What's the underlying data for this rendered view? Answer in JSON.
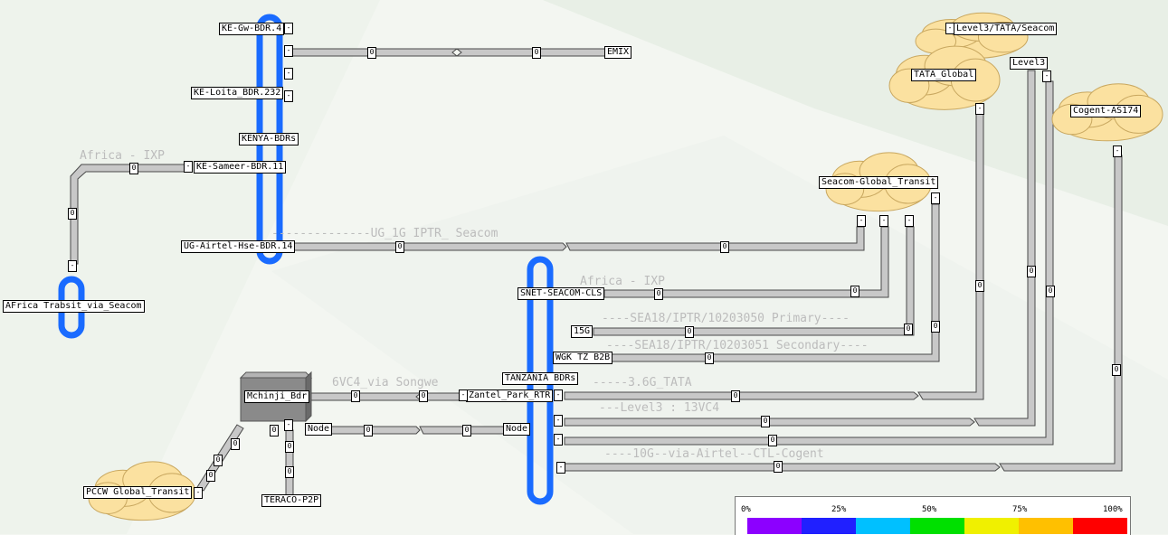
{
  "nodes": {
    "ke_gw": "KE-Gw-BDR.4",
    "ke_loita": "KE-Loita_BDR.232",
    "kenya_bdrs": "KENYA-BDRs",
    "ke_sameer": "KE-Sameer-BDR.11",
    "ug_airtel": "UG-Airtel-Hse-BDR.14",
    "emix": "EMIX",
    "africa_trabsit": "AFrica Trabsit_via_Seacom",
    "snet_seacom": "SNET-SEACOM-CLS",
    "n15g": "15G",
    "wgk": "WGK TZ B2B",
    "tanzania_bdrs": "TANZANIA BDRs",
    "zantel": "Zantel_Park_RTR",
    "mchinji": "Mchinji_Bdr",
    "node_left": "Node",
    "node_right": "Node",
    "teraco": "TERACO-P2P",
    "pccw": "PCCW Global_Transit",
    "seacom_global": "Seacom-Global_Transit",
    "tata_global": "TATA_Global",
    "level3_tata": "Level3/TATA/Seacom",
    "level3": "Level3",
    "cogent": "Cogent-AS174"
  },
  "notes": {
    "africa_ixp_1": "Africa - IXP",
    "ug_1g": "--------------UG_1G IPTR_ Seacom",
    "africa_ixp_2": "Africa - IXP",
    "sea18_primary": "----SEA18/IPTR/10203050 Primary----",
    "sea18_secondary": "----SEA18/IPTR/10203051 Secondary----",
    "tata_36g": "-----3.6G_TATA",
    "level3_13vc4": "---Level3 :  13VC4",
    "vc4_songwe": "6VC4_via Songwe",
    "cogent_10g": "----10G--via-Airtel--CTL-Cogent"
  },
  "port_value": "0",
  "port_dash": "-",
  "legend": {
    "ticks": [
      "0%",
      "25%",
      "50%",
      "75%",
      "100%"
    ],
    "colors": [
      "#8c00ff",
      "#2020ff",
      "#00c0ff",
      "#00e000",
      "#f0f000",
      "#ffc000",
      "#ff0000"
    ]
  },
  "colors": {
    "link_fill": "#c8c8c8",
    "link_stroke": "#4a4a4a",
    "bus": "#1a6bff",
    "cloud": "#fbe1a0",
    "router": "#8a8a8a"
  }
}
